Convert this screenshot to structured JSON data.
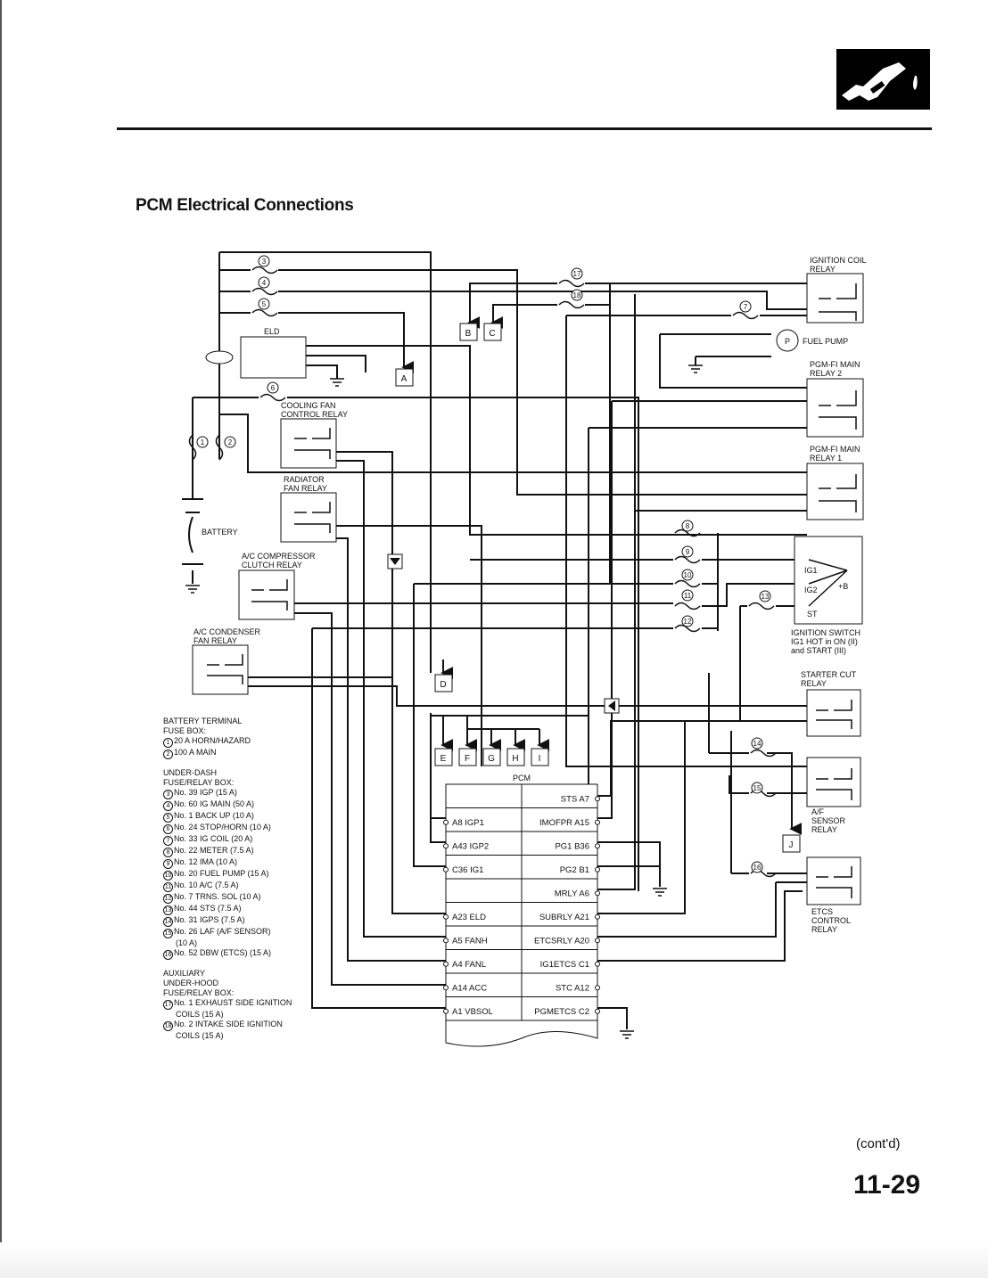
{
  "page": {
    "title": "PCM Electrical Connections",
    "contd": "(cont'd)",
    "page_number": "11-29",
    "section_icon": "fuel-nozzle-icon"
  },
  "components": {
    "eld": "ELD",
    "cooling_fan_relay": [
      "COOLING FAN",
      "CONTROL RELAY"
    ],
    "radiator_fan_relay": [
      "RADIATOR",
      "FAN RELAY"
    ],
    "ac_compressor_relay": [
      "A/C COMPRESSOR",
      "CLUTCH RELAY"
    ],
    "ac_condenser_relay": [
      "A/C CONDENSER",
      "FAN RELAY"
    ],
    "battery": "BATTERY",
    "ignition_coil_relay": [
      "IGNITION COIL",
      "RELAY"
    ],
    "fuel_pump": "FUEL PUMP",
    "fuel_pump_symbol": "P",
    "pgmfi_relay2": [
      "PGM-FI MAIN",
      "RELAY 2"
    ],
    "pgmfi_relay1": [
      "PGM-FI MAIN",
      "RELAY 1"
    ],
    "ignition_switch": [
      "IGNITION SWITCH",
      "IG1 HOT in ON (II)",
      "and START (III)"
    ],
    "ignition_switch_terminals": [
      "IG1",
      "IG2",
      "ST",
      "+B"
    ],
    "starter_cut_relay": [
      "STARTER CUT",
      "RELAY"
    ],
    "af_sensor_relay": [
      "A/F",
      "SENSOR",
      "RELAY"
    ],
    "etcs_relay": [
      "ETCS",
      "CONTROL",
      "RELAY"
    ]
  },
  "connectors": [
    "A",
    "B",
    "C",
    "D",
    "E",
    "F",
    "G",
    "H",
    "I",
    "J"
  ],
  "fuse_numbers": [
    "1",
    "2",
    "3",
    "4",
    "5",
    "6",
    "7",
    "8",
    "9",
    "10",
    "11",
    "12",
    "13",
    "14",
    "15",
    "16",
    "17",
    "18"
  ],
  "pcm": {
    "label": "PCM",
    "left_pins": [
      "",
      "A8 IGP1",
      "A43 IGP2",
      "C36 IG1",
      "",
      "A23 ELD",
      "A5 FANH",
      "A4 FANL",
      "A14 ACC",
      "A1 VBSOL"
    ],
    "right_pins": [
      "STS A7",
      "IMOFPR A15",
      "PG1 B36",
      "PG2 B1",
      "MRLY A6",
      "SUBRLY A21",
      "ETCSRLY A20",
      "IG1ETCS C1",
      "STC A12",
      "PGMETCS C2"
    ]
  },
  "legend": {
    "battery_box": {
      "heading": [
        "BATTERY TERMINAL",
        "FUSE BOX:"
      ],
      "items": [
        {
          "n": "1",
          "text": "20 A HORN/HAZARD"
        },
        {
          "n": "2",
          "text": "100 A MAIN"
        }
      ]
    },
    "underdash_box": {
      "heading": [
        "UNDER-DASH",
        "FUSE/RELAY BOX:"
      ],
      "items": [
        {
          "n": "3",
          "text": "No. 39 IGP (15 A)"
        },
        {
          "n": "4",
          "text": "No. 60 IG MAIN (50 A)"
        },
        {
          "n": "5",
          "text": "No. 1 BACK UP (10 A)"
        },
        {
          "n": "6",
          "text": "No. 24 STOP/HORN (10 A)"
        },
        {
          "n": "7",
          "text": "No. 33 IG COIL (20 A)"
        },
        {
          "n": "8",
          "text": "No. 22 METER (7.5 A)"
        },
        {
          "n": "9",
          "text": "No. 12 IMA (10 A)"
        },
        {
          "n": "10",
          "text": "No. 20 FUEL PUMP (15 A)"
        },
        {
          "n": "11",
          "text": "No. 10 A/C (7.5 A)"
        },
        {
          "n": "12",
          "text": "No. 7 TRNS. SOL (10 A)"
        },
        {
          "n": "13",
          "text": "No. 44 STS (7.5 A)"
        },
        {
          "n": "14",
          "text": "No. 31 IGPS (7.5 A)"
        },
        {
          "n": "15",
          "text": "No. 26 LAF (A/F SENSOR)",
          "cont": "(10 A)"
        },
        {
          "n": "16",
          "text": "No. 52 DBW (ETCS) (15 A)"
        }
      ]
    },
    "auxiliary_box": {
      "heading": [
        "AUXILIARY",
        "UNDER-HOOD",
        "FUSE/RELAY BOX:"
      ],
      "items": [
        {
          "n": "17",
          "text": "No. 1 EXHAUST SIDE IGNITION",
          "cont": "COILS (15 A)"
        },
        {
          "n": "18",
          "text": "No. 2 INTAKE SIDE IGNITION",
          "cont": "COILS (15 A)"
        }
      ]
    }
  }
}
